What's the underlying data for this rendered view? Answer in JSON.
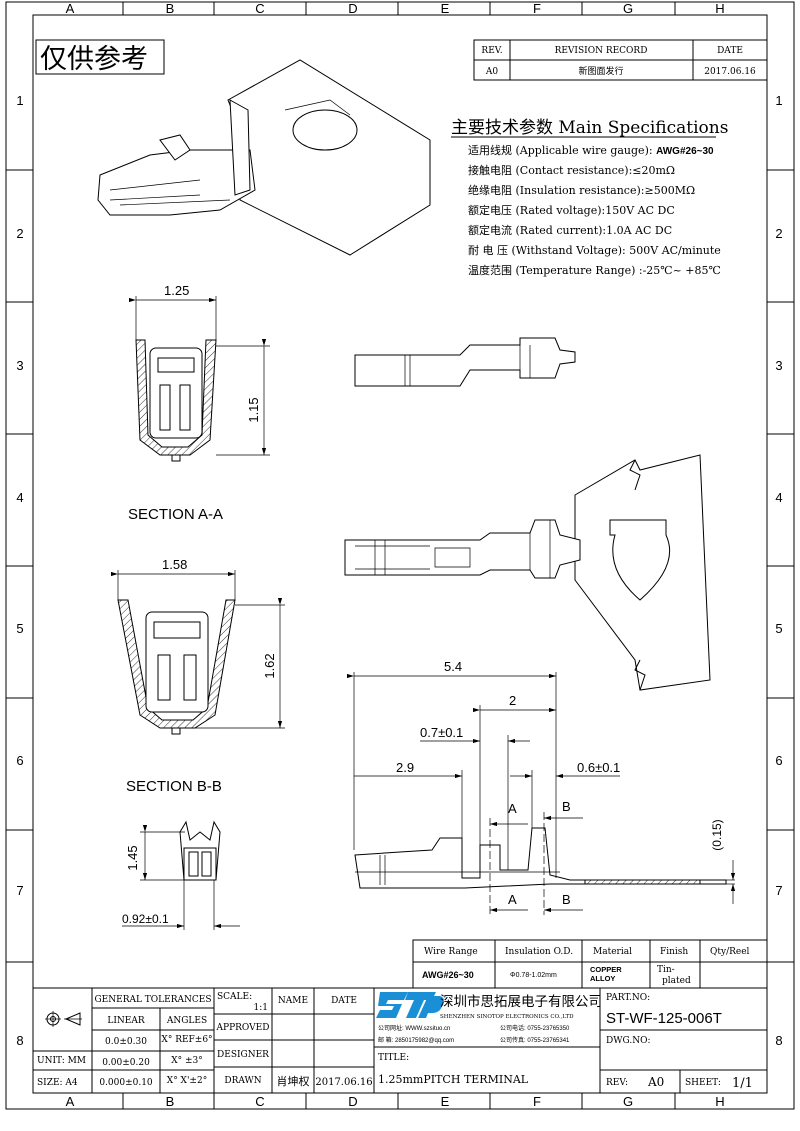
{
  "frame": {
    "columns": [
      "A",
      "B",
      "C",
      "D",
      "E",
      "F",
      "G",
      "H"
    ],
    "rows": [
      "1",
      "2",
      "3",
      "4",
      "5",
      "6",
      "7",
      "8"
    ]
  },
  "stamp": "仅供参考",
  "revision": {
    "headers": [
      "REV.",
      "REVISION RECORD",
      "DATE"
    ],
    "row": [
      "A0",
      "新图面发行",
      "2017.06.16"
    ]
  },
  "specs": {
    "title": "主要技术参数 Main Specifications",
    "items": [
      {
        "label": "适用线规 (Applicable wire gauge):",
        "value": "AWG#26~30"
      },
      {
        "label": "接触电阻 (Contact resistance):",
        "value": "≤20mΩ"
      },
      {
        "label": "绝缘电阻 (Insulation resistance):",
        "value": "≥500MΩ"
      },
      {
        "label": "额定电压 (Rated voltage):",
        "value": "150V AC DC"
      },
      {
        "label": "额定电流 (Rated current):",
        "value": "1.0A AC DC"
      },
      {
        "label": "耐 电 压 (Withstand Voltage):",
        "value": "500V AC/minute"
      },
      {
        "label": "温度范围 (Temperature Range) :",
        "value": "-25℃~ +85℃"
      }
    ]
  },
  "views": {
    "section_a": {
      "label": "SECTION A-A",
      "width": "1.25",
      "height": "1.15"
    },
    "section_b": {
      "label": "SECTION B-B",
      "width": "1.58",
      "height": "1.62"
    },
    "end_view": {
      "height": "1.45",
      "width": "0.92±0.1"
    },
    "side_view": {
      "overall": "5.4",
      "d2": "2",
      "d07": "0.7±0.1",
      "d29": "2.9",
      "d06": "0.6±0.1",
      "thickness": "(0.15)",
      "cut_a": "A",
      "cut_b": "B"
    }
  },
  "spec_table": {
    "headers": [
      "Wire Range",
      "Insulation O.D.",
      "Material",
      "Finish",
      "Qty/Reel"
    ],
    "row": [
      "AWG#26~30",
      "Φ0.78-1.02mm",
      "COPPER ALLOY",
      "Tin-plated",
      ""
    ]
  },
  "title_block": {
    "general_tolerances": "GENERAL TOLERANCES",
    "linear": "LINEAR",
    "angles": "ANGLES",
    "tol_rows": [
      [
        "0.0±0.30",
        "X° REF±6°"
      ],
      [
        "0.00±0.20",
        "X° ±3°"
      ],
      [
        "0.000±0.10",
        "X° X'±2°"
      ]
    ],
    "unit": "UNIT: MM",
    "size": "SIZE: A4",
    "scale_label": "SCALE:",
    "scale": "1:1",
    "name": "NAME",
    "date": "DATE",
    "approved": "APPROVED",
    "designer": "DESIGNER",
    "drawn": "DRAWN",
    "drawn_name": "肖坤权",
    "drawn_date": "2017.06.16",
    "company_logo": "STP",
    "company_cn": "深圳市思拓展电子有限公司",
    "company_en": "SHENZHEN SINOTOP ELECTRONICS CO.,LTD",
    "website": "公司网址: WWW.szsituo.cn",
    "phone": "公司电话: 0755-23765350",
    "email": "邮    箱: 2850175982@qq.com",
    "fax": "公司传真: 0755-23765341",
    "title_label": "TITLE:",
    "title": "1.25mmPITCH TERMINAL",
    "part_no_label": "PART.NO:",
    "part_no": "ST-WF-125-006T",
    "dwg_no_label": "DWG.NO:",
    "rev_label": "REV:",
    "rev": "A0",
    "sheet_label": "SHEET:",
    "sheet": "1/1"
  }
}
